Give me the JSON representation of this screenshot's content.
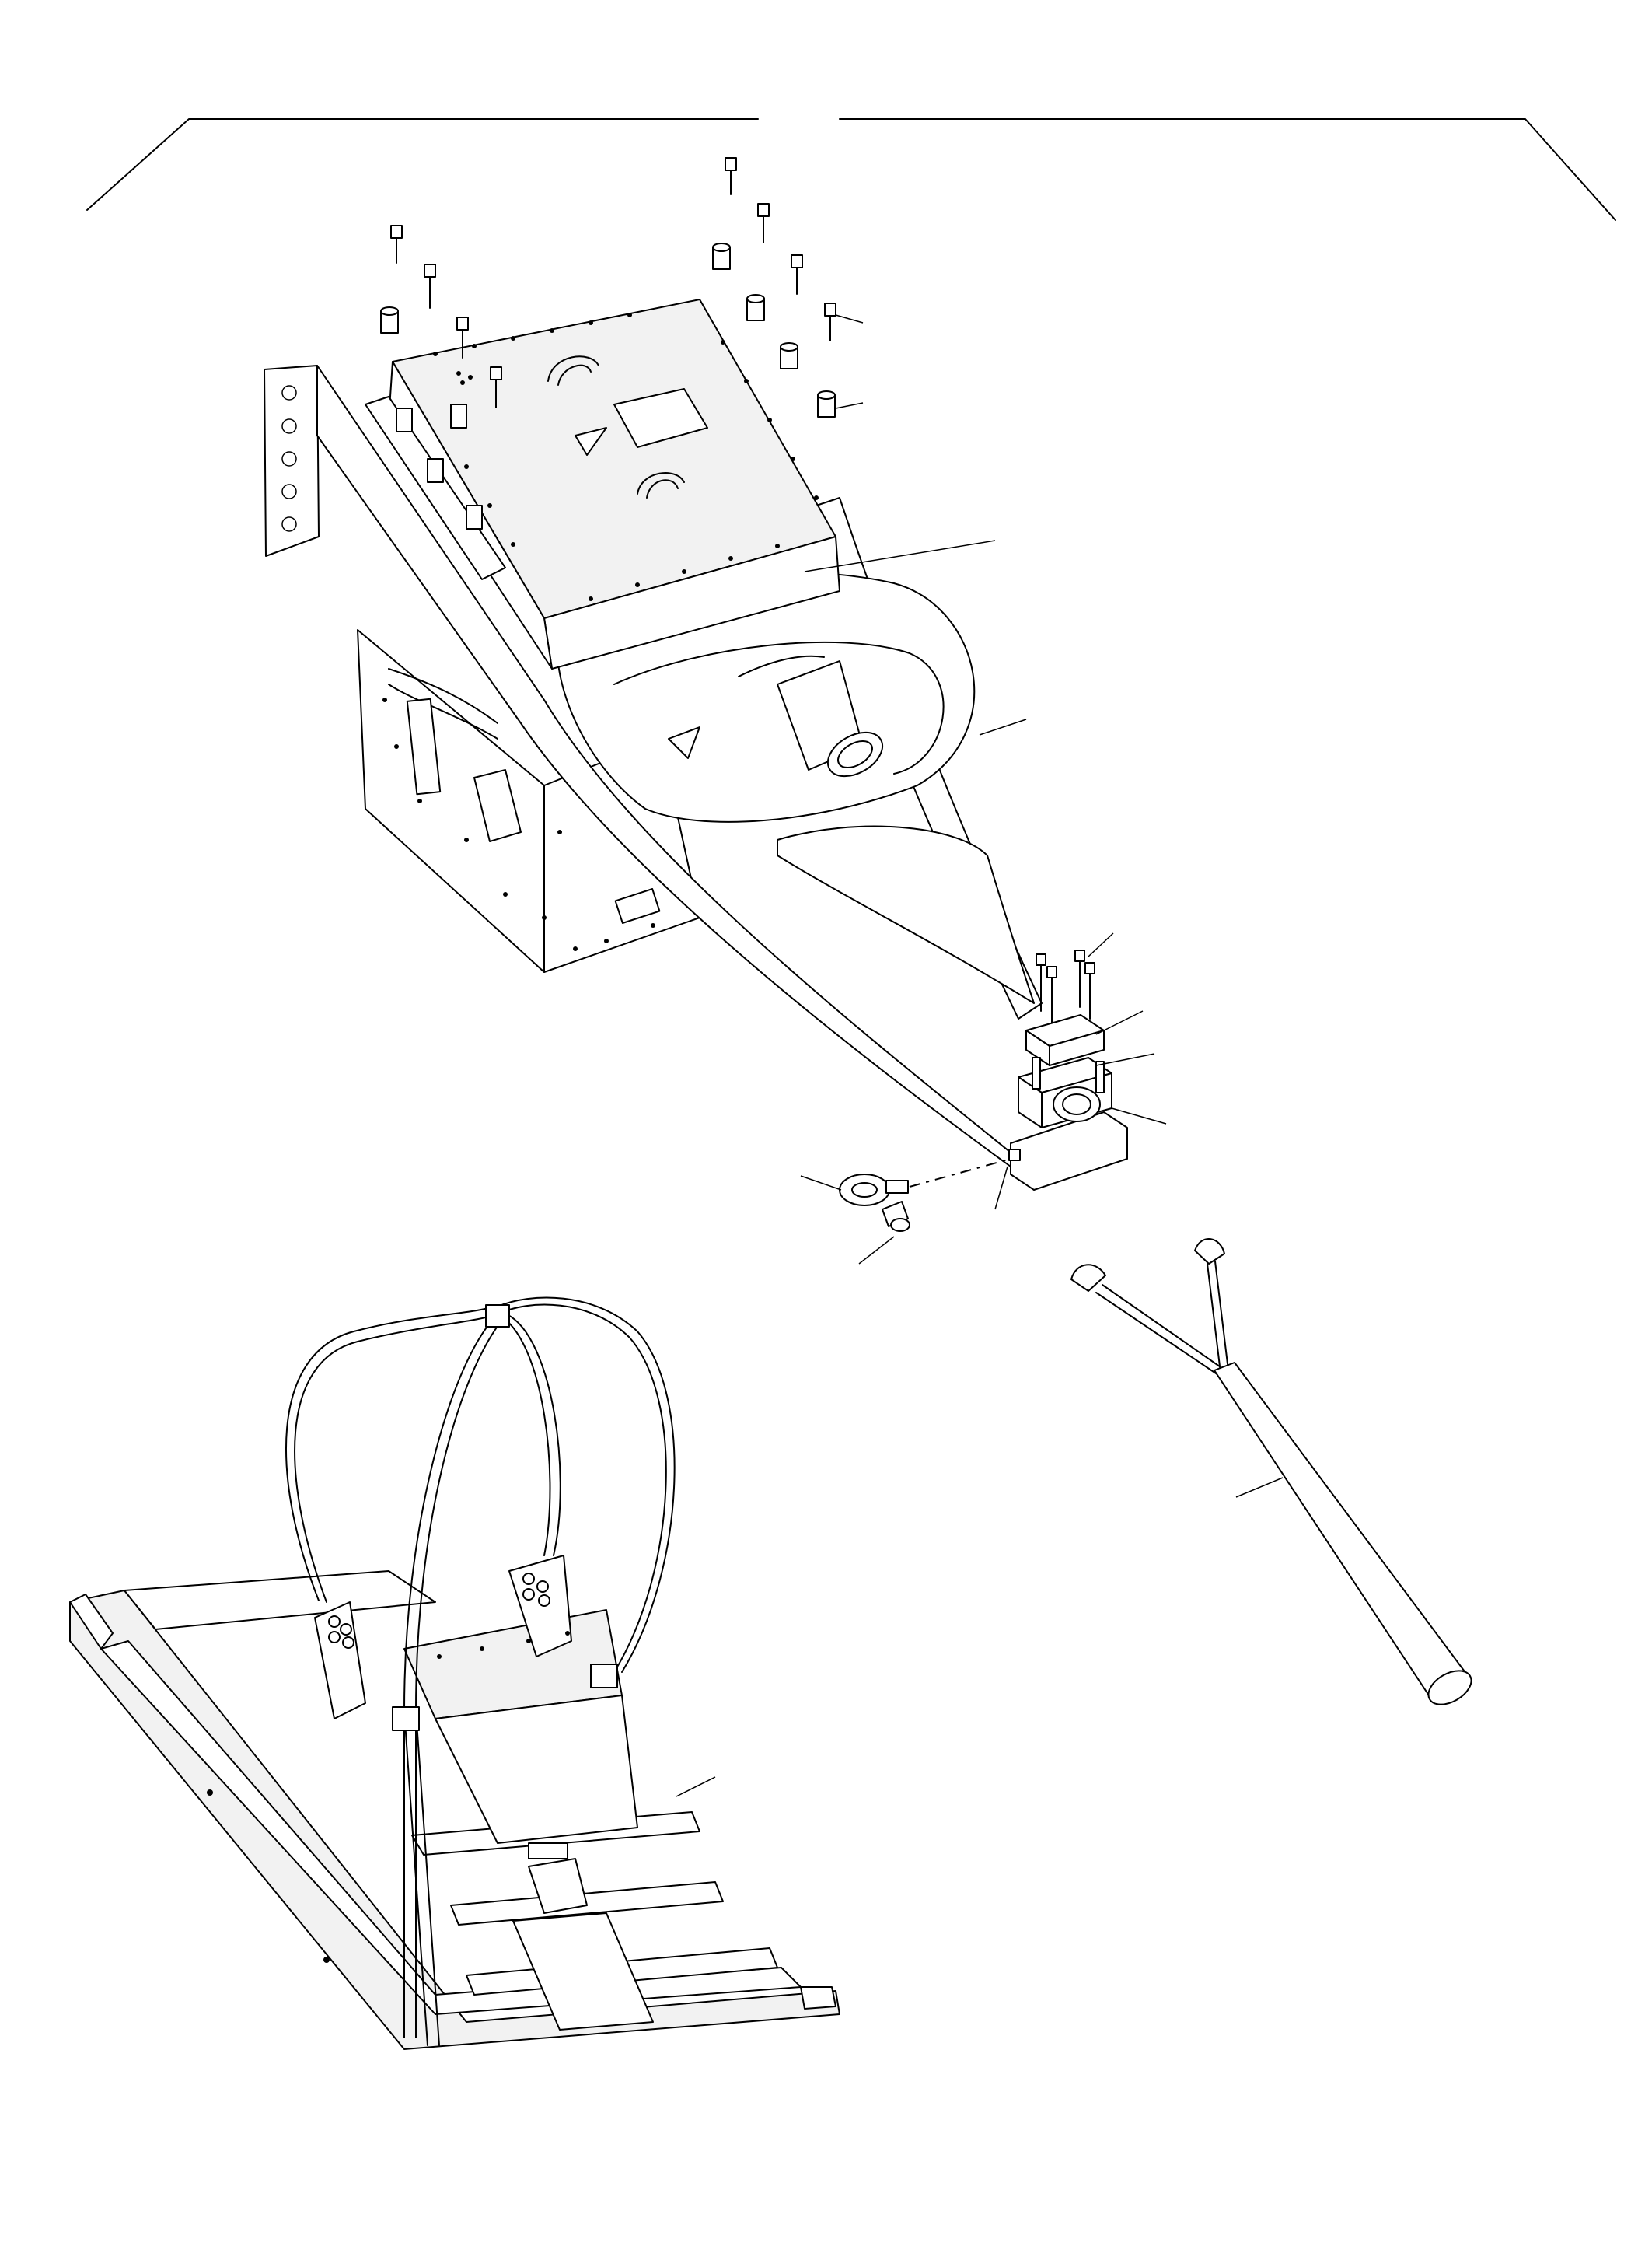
{
  "drawing": {
    "assemblies": [
      "lifting-frame-assembly",
      "top-cover-panel",
      "bearing-housing",
      "eye-bolt",
      "y-lifting-sling",
      "base-cradle-with-cable-loops"
    ],
    "callout_leaders": [
      "callout-bolt-upper",
      "callout-spacer-upper",
      "callout-cover",
      "callout-frame",
      "callout-bolt-lower",
      "callout-cap",
      "callout-stud",
      "callout-housing",
      "callout-eye-bolt",
      "callout-nut",
      "callout-pin",
      "callout-sling",
      "callout-cradle"
    ],
    "colors": {
      "line": "#000000",
      "paper": "#ffffff",
      "panel": "#f2f2f2"
    }
  }
}
